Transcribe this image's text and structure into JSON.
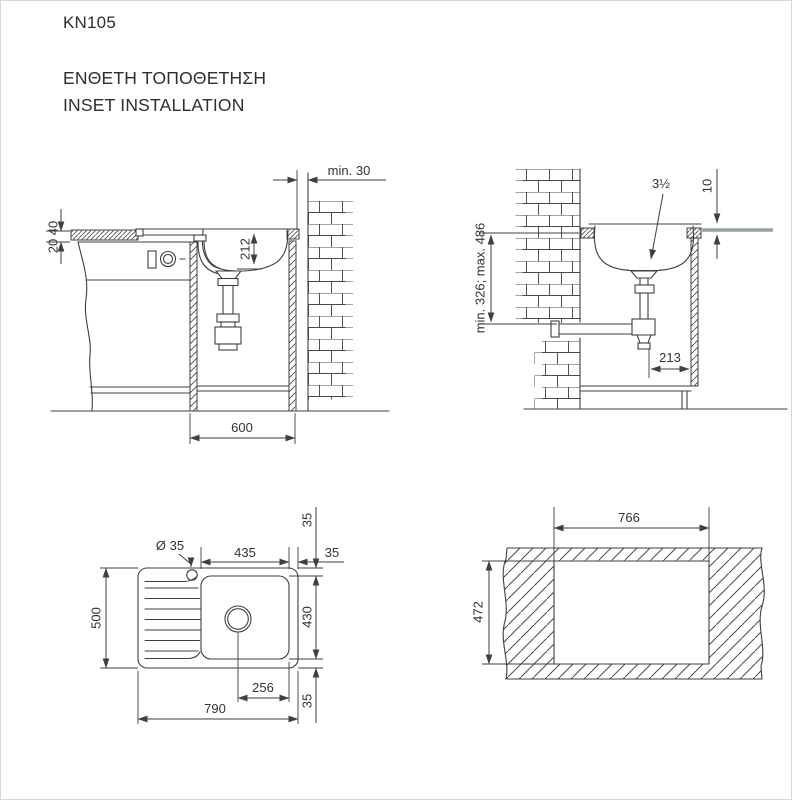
{
  "page": {
    "model": "KN105",
    "title_greek": "ΕΝΘΕΤΗ ΤΟΠΟΘΕΤΗΣΗ",
    "title_english": "INSET INSTALLATION"
  },
  "side_section": {
    "wall_clearance": "min. 30",
    "worktop_thickness": "20 40",
    "bowl_depth": "212",
    "cabinet_width": "600"
  },
  "front_section": {
    "waste_size": "3½",
    "rim_height": "10",
    "trap_height": "min. 326; max. 486",
    "trap_offset": "213"
  },
  "plan_view": {
    "tap_hole": "Ø 35",
    "bowl_width": "435",
    "margin_right": "35",
    "margin_top": "35",
    "overall_depth": "500",
    "bowl_front_back": "430",
    "drain_offset": "256",
    "overall_width": "790",
    "margin_bottom": "35"
  },
  "cutout_view": {
    "cutout_width": "766",
    "cutout_height": "472"
  },
  "colors": {
    "line": "#3f3f3f",
    "dim_text": "#333333",
    "counter_gray": "#9aa0a4",
    "border": "#d6d6d6"
  }
}
